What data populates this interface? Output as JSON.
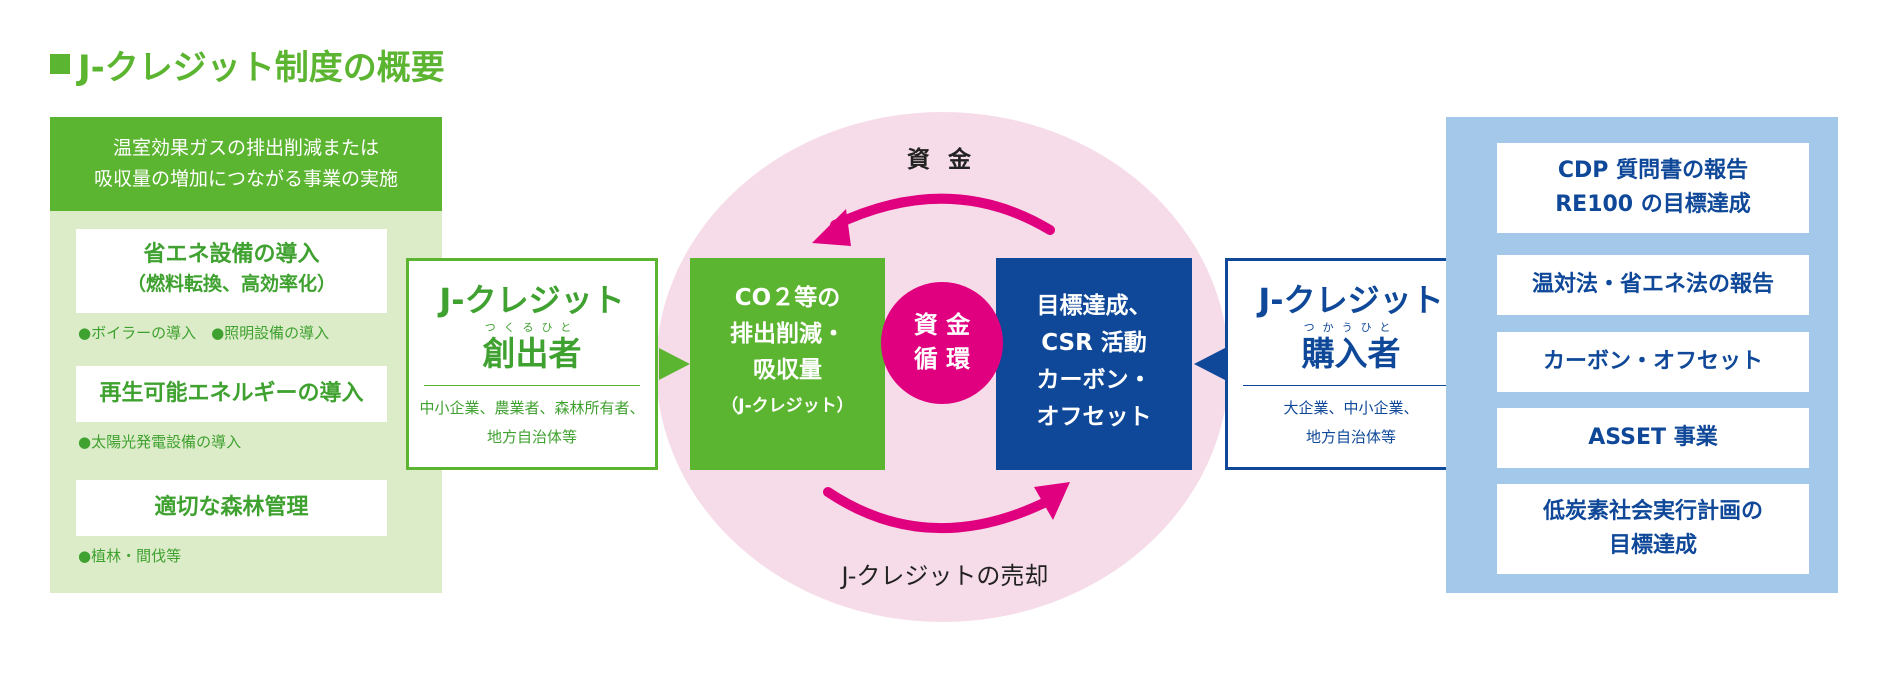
{
  "title": "J-クレジット制度の概要",
  "left": {
    "header_lines": [
      "温室効果ガスの排出削減または",
      "吸収量の増加につながる事業の実施"
    ],
    "items": [
      {
        "title": "省エネ設備の導入",
        "subtitle": "（燃料転換、高効率化）",
        "note": "●ボイラーの導入　●照明設備の導入"
      },
      {
        "title": "再生可能エネルギーの導入",
        "note": "●太陽光発電設備の導入"
      },
      {
        "title": "適切な森林管理",
        "note": "●植林・間伐等"
      }
    ]
  },
  "creator": {
    "title": "J-クレジット",
    "ruby": "つくるひと",
    "role": "創出者",
    "desc_lines": [
      "中小企業、農業者、森林所有者、",
      "地方自治体等"
    ]
  },
  "center": {
    "money_label": "資金",
    "green_lines": [
      "CO２等の",
      "排出削減・",
      "吸収量"
    ],
    "green_sub": "（J-クレジット）",
    "circle_lines": [
      "資 金",
      "循 環"
    ],
    "blue_lines": [
      "目標達成、",
      "CSR 活動",
      "カーボン・",
      "オフセット"
    ],
    "sale_label": "J-クレジットの売却"
  },
  "buyer": {
    "title": "J-クレジット",
    "ruby": "つかうひと",
    "role": "購入者",
    "desc_lines": [
      "大企業、中小企業、",
      "地方自治体等"
    ]
  },
  "right": {
    "items": [
      {
        "lines": [
          "CDP 質問書の報告",
          "RE100 の目標達成"
        ]
      },
      {
        "lines": [
          "温対法・省エネ法の報告"
        ]
      },
      {
        "lines": [
          "カーボン・オフセット"
        ]
      },
      {
        "lines": [
          "ASSET 事業"
        ]
      },
      {
        "lines": [
          "低炭素社会実行計画の",
          "目標達成"
        ]
      }
    ]
  },
  "colors": {
    "green": "#5cb531",
    "light_green": "#dcecc9",
    "navy": "#0f4898",
    "light_blue": "#a4c8ea",
    "magenta": "#e0007f",
    "pink": "#f6dce8"
  }
}
